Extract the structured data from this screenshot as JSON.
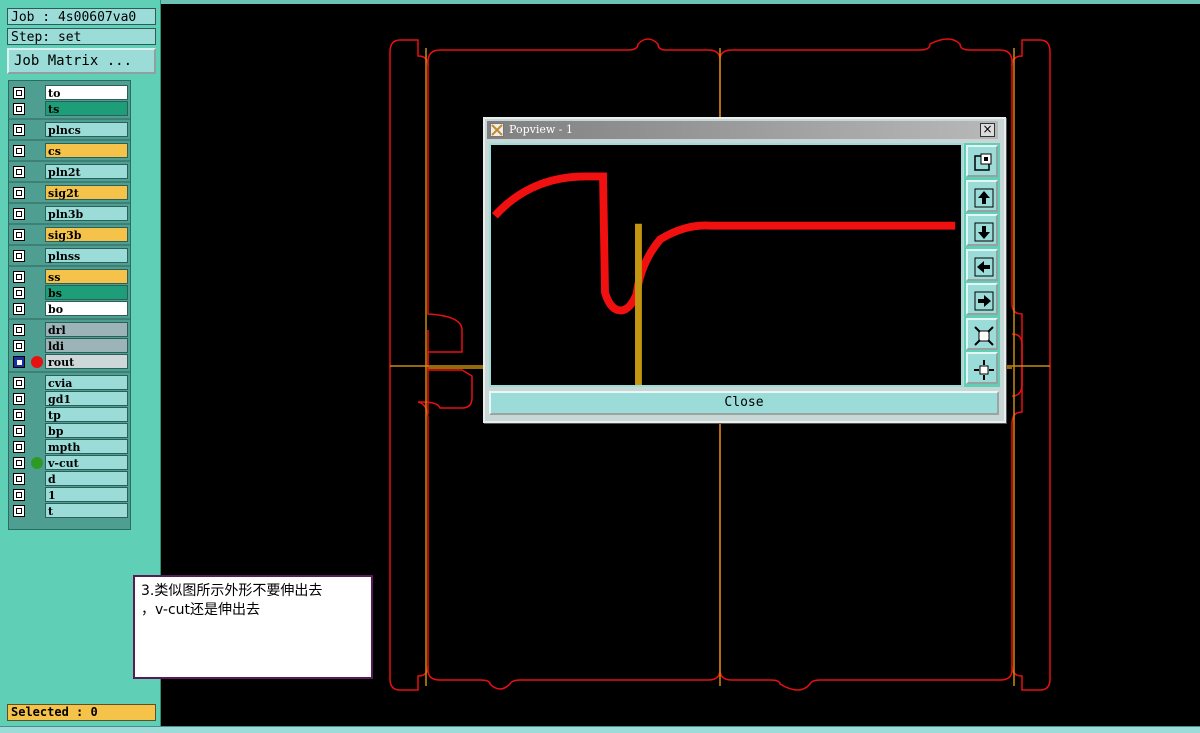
{
  "left_panel": {
    "job": "Job : 4s00607va0",
    "step": "Step: set",
    "job_matrix_label": "Job Matrix ...",
    "layers": [
      {
        "name": "to",
        "color": "#ffffff"
      },
      {
        "name": "ts",
        "color": "#1d9e78"
      },
      {
        "name": "plncs",
        "color": "#9bdcd9"
      },
      {
        "name": "cs",
        "color": "#f5c34a"
      },
      {
        "name": "pln2t",
        "color": "#9bdcd9"
      },
      {
        "name": "sig2t",
        "color": "#f5c34a"
      },
      {
        "name": "pln3b",
        "color": "#9bdcd9"
      },
      {
        "name": "sig3b",
        "color": "#f5c34a"
      },
      {
        "name": "plnss",
        "color": "#9bdcd9"
      },
      {
        "name": "ss",
        "color": "#f5c34a"
      },
      {
        "name": "bs",
        "color": "#1d9e78"
      },
      {
        "name": "bo",
        "color": "#ffffff"
      },
      {
        "name": "drl",
        "color": "#9cb4b8"
      },
      {
        "name": "ldi",
        "color": "#9cb4b8"
      },
      {
        "name": "rout",
        "color": "#cfd8d8",
        "active": true,
        "marker": "#e81010"
      },
      {
        "name": "cvia",
        "color": "#9bdcd9"
      },
      {
        "name": "gd1",
        "color": "#9bdcd9"
      },
      {
        "name": "tp",
        "color": "#9bdcd9"
      },
      {
        "name": "bp",
        "color": "#9bdcd9"
      },
      {
        "name": "mpth",
        "color": "#9bdcd9"
      },
      {
        "name": "v-cut",
        "color": "#9bdcd9",
        "marker": "#2e9a26"
      },
      {
        "name": "d",
        "color": "#9bdcd9"
      },
      {
        "name": "1",
        "color": "#9bdcd9"
      },
      {
        "name": "t",
        "color": "#9bdcd9"
      }
    ],
    "selected_status": "Selected : 0"
  },
  "popview": {
    "title": "Popview - 1",
    "close_label": "Close",
    "tools": [
      "zoom-window-icon",
      "pan-up-icon",
      "pan-down-icon",
      "pan-left-icon",
      "pan-right-icon",
      "zoom-out-icon",
      "zoom-in-icon"
    ]
  },
  "annotation": {
    "line1": "3.类似图所示外形不要伸出去",
    "line2": "，v-cut还是伸出去"
  },
  "colors": {
    "rout": "#e81010",
    "v_cut": "#c88e10",
    "panel": "#5fcfb5",
    "panel_light": "#9bdcd9"
  }
}
